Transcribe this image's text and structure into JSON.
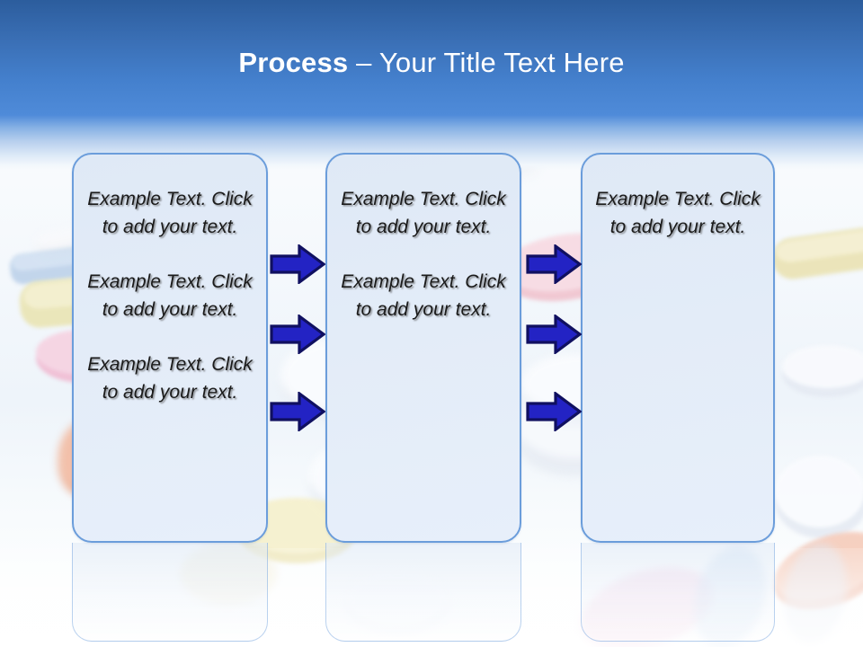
{
  "slide": {
    "title_strong": "Process",
    "title_rest": " – Your Title Text Here",
    "header_color": "#3a6fb5",
    "box_border_color": "#6b9ddb",
    "box_fill_color": "#e3ecf8",
    "arrow_color": "#2323c4",
    "arrow_outline_color": "#101060",
    "title_color": "#ffffff",
    "background_theme": "pills-tablets-photo"
  },
  "boxes": [
    {
      "id": "box-1",
      "paragraphs": [
        "Example Text. Click  to add your text.",
        "Example Text. Click  to add your text.",
        "Example Text. Click  to add your text."
      ]
    },
    {
      "id": "box-2",
      "paragraphs": [
        "Example Text. Click  to add your text.",
        "Example Text. Click  to add your text."
      ]
    },
    {
      "id": "box-3",
      "paragraphs": [
        "Example Text. Click  to add your text."
      ]
    }
  ],
  "arrow_groups": [
    {
      "id": "arrows-1-to-2",
      "count": 3,
      "direction": "right"
    },
    {
      "id": "arrows-2-to-3",
      "count": 3,
      "direction": "right"
    }
  ]
}
